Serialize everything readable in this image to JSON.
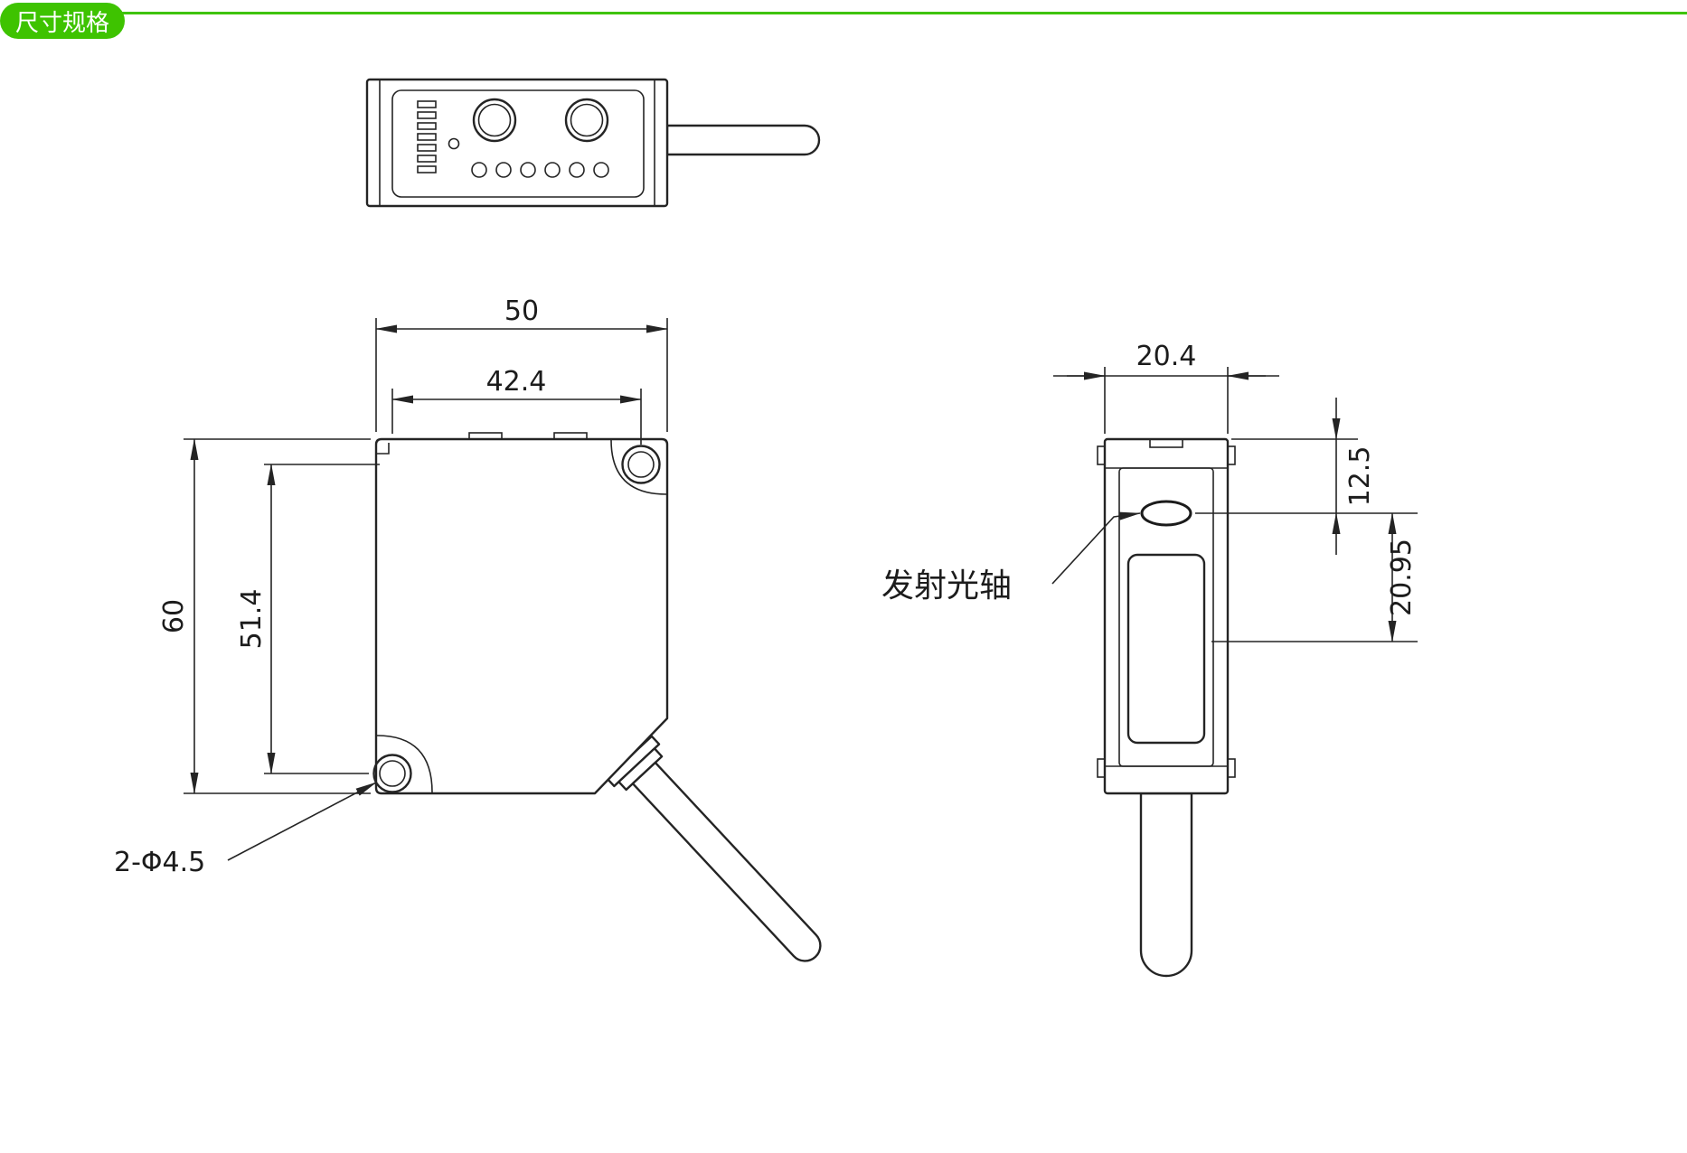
{
  "header": {
    "badge_label": "尺寸规格",
    "accent_color": "#3ec300"
  },
  "front_view": {
    "dim_overall_width": "50",
    "dim_hole_spacing_x": "42.4",
    "dim_overall_height": "60",
    "dim_hole_spacing_y": "51.4",
    "mounting_hole_label": "2-Φ4.5"
  },
  "side_view": {
    "dim_width": "20.4",
    "dim_axis_offset": "12.5",
    "dim_axis_to_window": "20.95",
    "emitter_axis_label": "发射光轴"
  },
  "drawing_colors": {
    "line_color": "#242424",
    "background": "#ffffff"
  }
}
